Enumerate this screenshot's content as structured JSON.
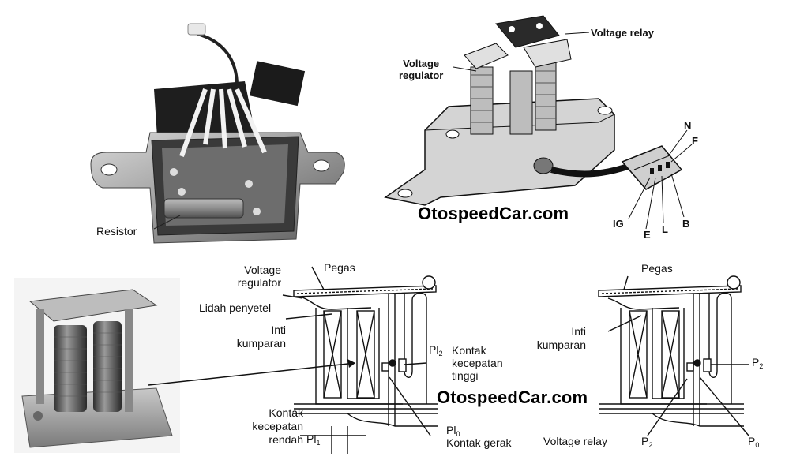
{
  "labels": {
    "resistor": "Resistor",
    "voltage_relay_top": "Voltage relay",
    "voltage_regulator_top": "Voltage\nregulator",
    "term_n": "N",
    "term_f": "F",
    "term_ig": "IG",
    "term_e": "E",
    "term_l": "L",
    "term_b": "B",
    "voltage_regulator_mid": "Voltage\nregulator",
    "pegas_left": "Pegas",
    "lidah_penyetel": "Lidah penyetel",
    "inti_kumparan_left": "Inti\nkumparan",
    "pl2": "Pl",
    "pl2_sub": "2",
    "kontak_tinggi": "Kontak\nkecepatan\ntinggi",
    "kontak_rendah": "Kontak\nkecepatan\nrendah",
    "pl1": "Pl",
    "pl1_sub": "1",
    "pl0": "Pl",
    "pl0_sub": "0",
    "kontak_gerak": "Kontak gerak",
    "pegas_right": "Pegas",
    "inti_kumparan_right": "Inti\nkumparan",
    "p2_right": "P",
    "p2_right_sub": "2",
    "voltage_relay_bottom": "Voltage relay",
    "p2_bottom": "P",
    "p2_bottom_sub": "2",
    "p0_bottom": "P",
    "p0_bottom_sub": "0"
  },
  "watermarks": {
    "top": "OtospeedCar.com",
    "bottom": "OtospeedCar.com"
  }
}
